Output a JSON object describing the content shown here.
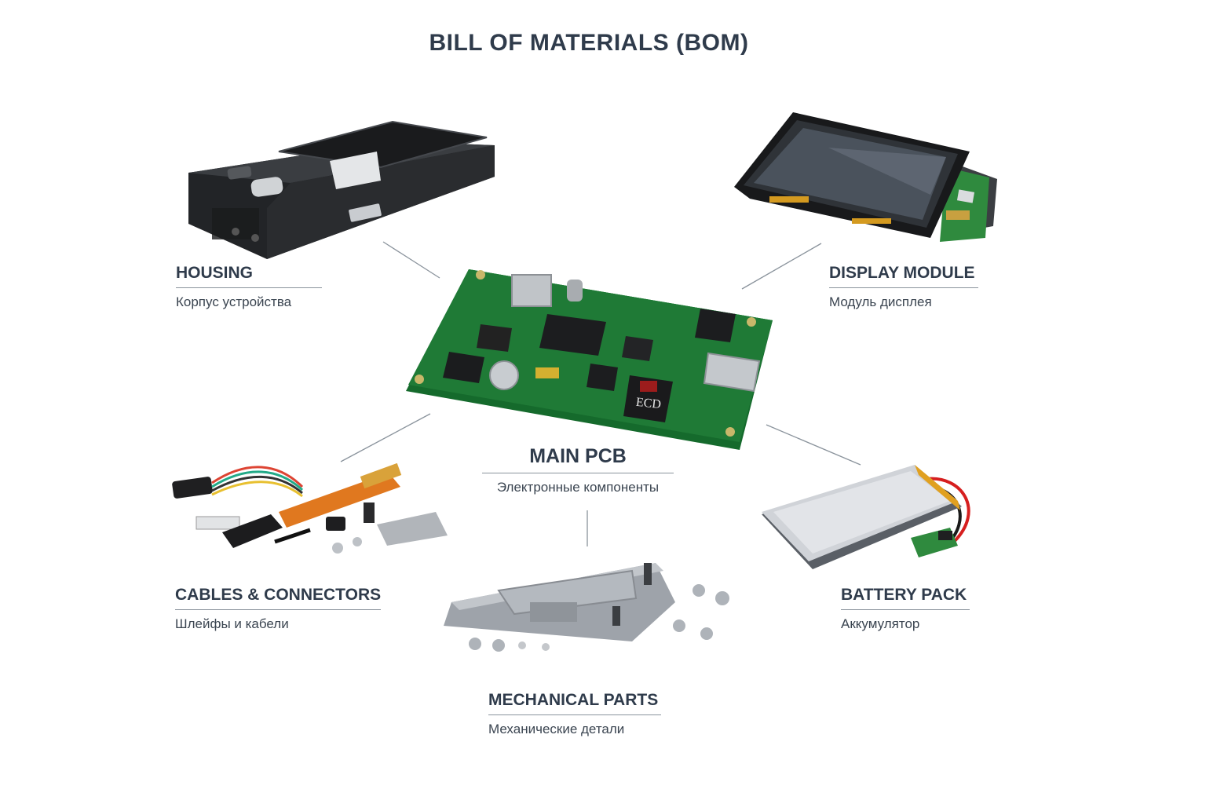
{
  "title": "BILL OF MATERIALS (BOM)",
  "components": {
    "housing": {
      "name": "HOUSING",
      "subtitle": "Корпус устройства"
    },
    "display": {
      "name": "DISPLAY MODULE",
      "subtitle": "Модуль дисплея"
    },
    "pcb": {
      "name": "MAIN PCB",
      "subtitle": "Электронные компоненты",
      "chip_marking": "ECD"
    },
    "cables": {
      "name": "CABLES & CONNECTORS",
      "subtitle": "Шлейфы и кабели"
    },
    "battery": {
      "name": "BATTERY PACK",
      "subtitle": "Аккумулятор"
    },
    "mechanical": {
      "name": "MECHANICAL PARTS",
      "subtitle": "Механические детали"
    }
  },
  "colors": {
    "title": "#2f3b4b",
    "pcb_green": "#1f7a36",
    "housing": "#2a2c2f",
    "flex_cable": "#e0781f",
    "battery_wrap": "#e0a020",
    "metal": "#a9aeb4",
    "connector_line": "#8a939c"
  }
}
